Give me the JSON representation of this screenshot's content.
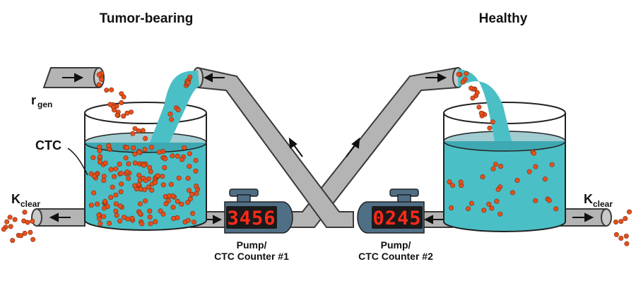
{
  "titles": {
    "left": "Tumor-bearing",
    "right": "Healthy"
  },
  "labels": {
    "rgen_main": "r",
    "rgen_sub": "gen",
    "ctc": "CTC",
    "kclear_main": "K",
    "kclear_sub": "clear"
  },
  "pumps": [
    {
      "line1": "Pump/",
      "line2": "CTC Counter #1",
      "display": "3456"
    },
    {
      "line1": "Pump/",
      "line2": "CTC Counter #2",
      "display": "0245"
    }
  ],
  "colors": {
    "fluid": "#4bbfc6",
    "fluid_dark": "#2e8f98",
    "pipe": "#b4b4b4",
    "pipe_edge": "#3a3a3a",
    "cell": "#e8501c",
    "pump": "#4f6f86",
    "display_bg": "#1a1a1a",
    "digit": "#ff2a1a"
  }
}
